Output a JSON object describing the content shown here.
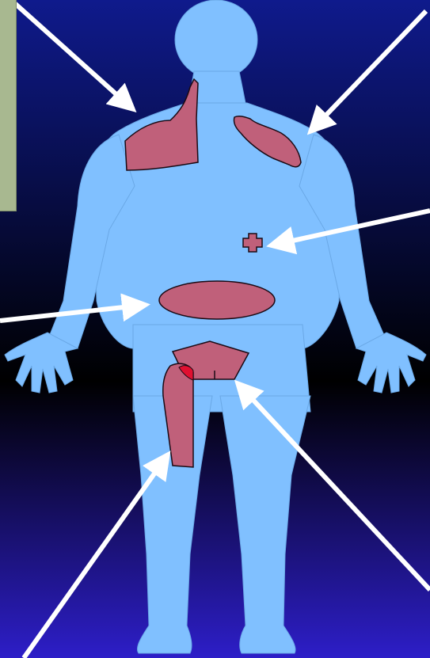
{
  "figure": {
    "subject": "human-body-front-silhouette",
    "colors": {
      "background_top": "#0f1a8c",
      "background_mid": "#000000",
      "background_bottom": "#2d1ec8",
      "body_fill": "#80c0ff",
      "body_outline": "#6aa8e6",
      "lesion_fill": "#c0607a",
      "lesion_outline": "#1a0a14",
      "accent_red": "#e01030",
      "arrow_color": "#ffffff",
      "side_panel": "#a8b890"
    },
    "regions": [
      {
        "id": "right-upper-chest",
        "shape": "irregular-patch"
      },
      {
        "id": "left-upper-chest",
        "shape": "irregular-patch"
      },
      {
        "id": "left-abdomen",
        "shape": "cross-marker"
      },
      {
        "id": "mid-abdomen",
        "shape": "oval"
      },
      {
        "id": "pelvis",
        "shape": "pentagon"
      },
      {
        "id": "right-thigh",
        "shape": "elongated-patch"
      }
    ],
    "arrows": [
      {
        "points_to": "right-upper-chest",
        "from": "top-left"
      },
      {
        "points_to": "left-upper-chest",
        "from": "top-right"
      },
      {
        "points_to": "left-abdomen",
        "from": "right"
      },
      {
        "points_to": "mid-abdomen",
        "from": "left"
      },
      {
        "points_to": "pelvis",
        "from": "bottom-right"
      },
      {
        "points_to": "right-thigh",
        "from": "bottom-left"
      }
    ]
  }
}
